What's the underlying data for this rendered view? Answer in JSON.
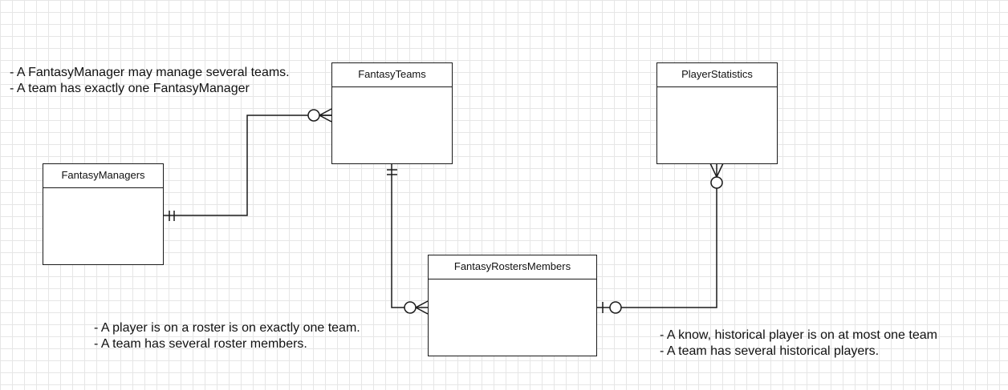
{
  "entities": {
    "fantasy_teams": "FantasyTeams",
    "player_statistics": "PlayerStatistics",
    "fantasy_managers": "FantasyManagers",
    "fantasy_rosters_members": "FantasyRostersMembers"
  },
  "notes": {
    "manager_team": [
      "- A FantasyManager may manage several teams.",
      "- A team has exactly one FantasyManager"
    ],
    "roster_team": [
      "- A player is on a roster is on exactly one team.",
      "- A team has several roster members."
    ],
    "historical": [
      "- A know, historical player is on at most one team",
      "- A team has several historical players."
    ]
  },
  "colors": {
    "line": "#1a1a1a",
    "grid": "#e6e6e6",
    "background": "#ffffff"
  }
}
